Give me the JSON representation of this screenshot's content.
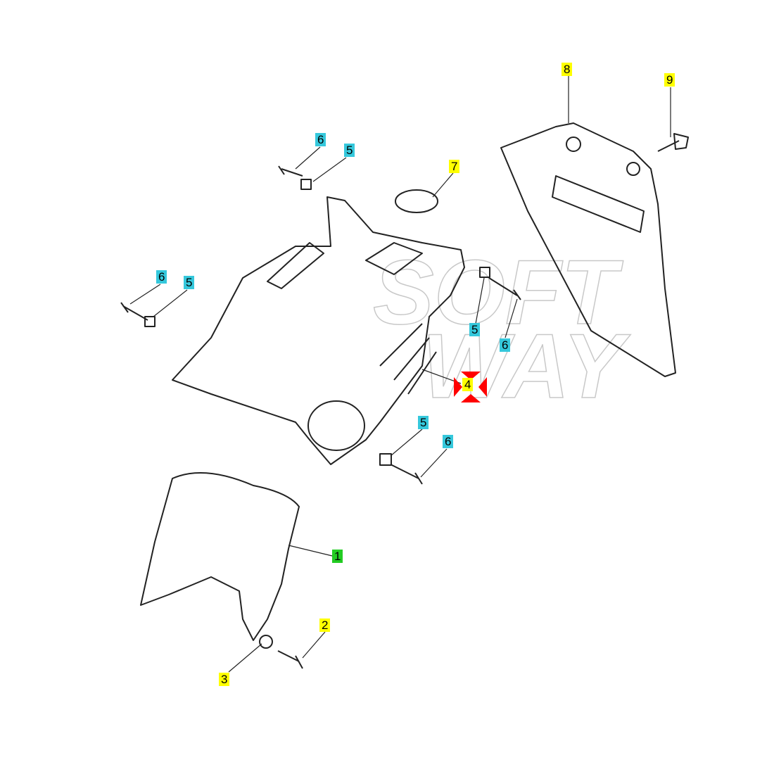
{
  "watermark": {
    "line1": "SOFT",
    "line2": "WAY"
  },
  "callouts": [
    {
      "id": "c8",
      "label": "8",
      "color": "yellow"
    },
    {
      "id": "c9",
      "label": "9",
      "color": "yellow"
    },
    {
      "id": "c6a",
      "label": "6",
      "color": "cyan"
    },
    {
      "id": "c5a",
      "label": "5",
      "color": "cyan"
    },
    {
      "id": "c7",
      "label": "7",
      "color": "yellow"
    },
    {
      "id": "c6b",
      "label": "6",
      "color": "cyan"
    },
    {
      "id": "c5b",
      "label": "5",
      "color": "cyan"
    },
    {
      "id": "c5c",
      "label": "5",
      "color": "cyan"
    },
    {
      "id": "c6c",
      "label": "6",
      "color": "cyan"
    },
    {
      "id": "c4",
      "label": "4",
      "color": "yellow"
    },
    {
      "id": "c5d",
      "label": "5",
      "color": "cyan"
    },
    {
      "id": "c6d",
      "label": "6",
      "color": "cyan"
    },
    {
      "id": "c1",
      "label": "1",
      "color": "green"
    },
    {
      "id": "c2",
      "label": "2",
      "color": "yellow"
    },
    {
      "id": "c3",
      "label": "3",
      "color": "yellow"
    }
  ],
  "colors": {
    "yellow": "#ffff00",
    "cyan": "#35c8dc",
    "green": "#22cc22",
    "marker": "#ff0000"
  }
}
